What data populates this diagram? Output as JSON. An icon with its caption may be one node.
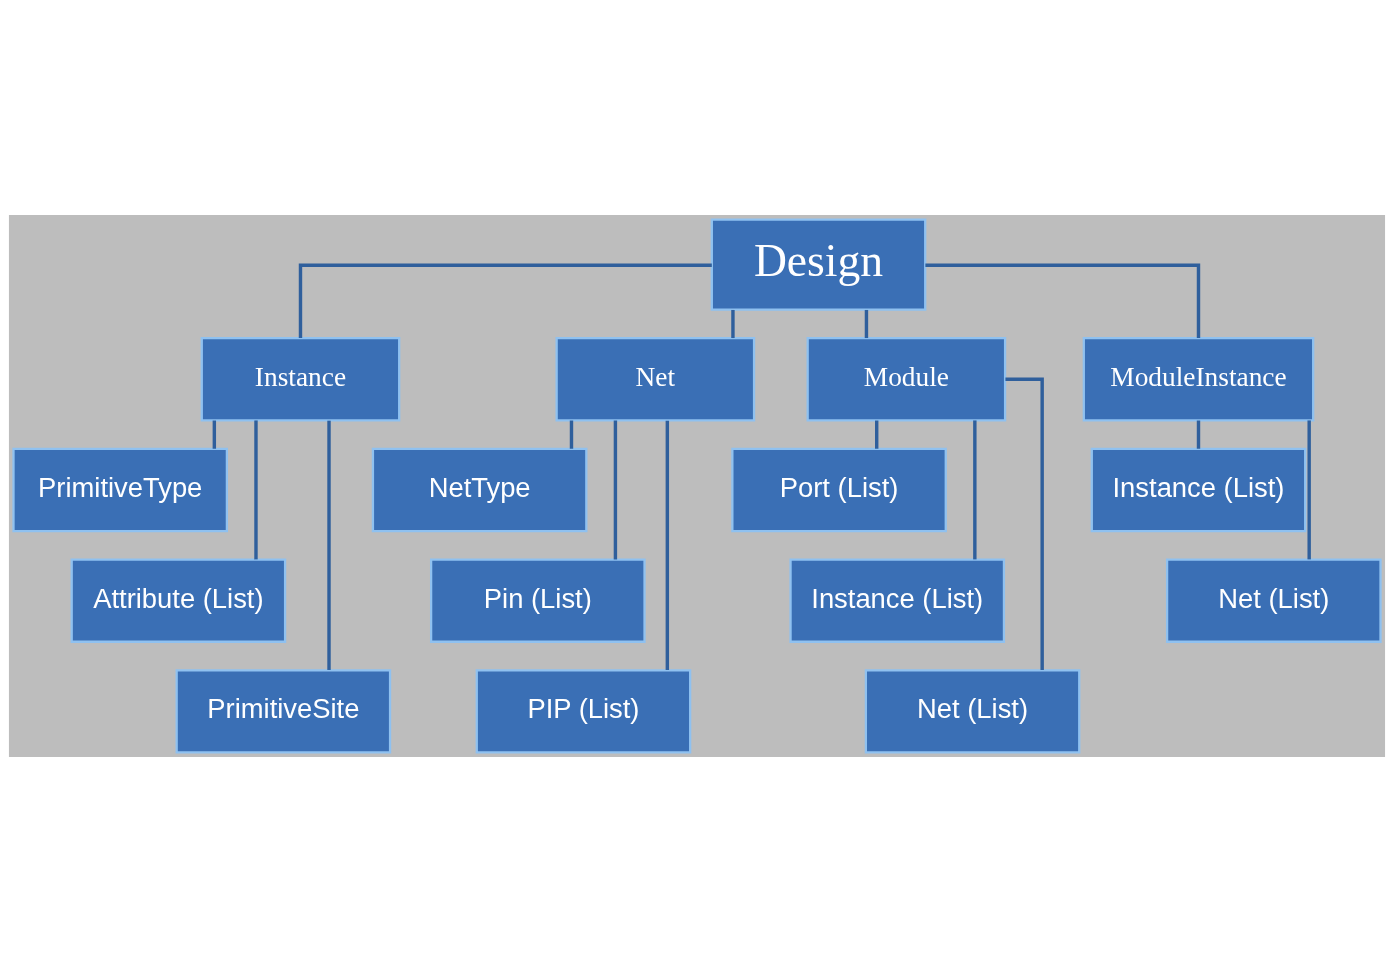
{
  "diagram": {
    "nodes": [
      {
        "text": [
          "Design"
        ]
      },
      {
        "text": [
          "Instance"
        ]
      },
      {
        "text": [
          "Net"
        ]
      },
      {
        "text": [
          "Module"
        ]
      },
      {
        "text": [
          "ModuleInstance"
        ]
      },
      {
        "text": [
          "PrimitiveType"
        ]
      },
      {
        "text": [
          "Attribute (List)"
        ]
      },
      {
        "text": [
          "PrimitiveSite"
        ]
      },
      {
        "text": [
          "NetType"
        ]
      },
      {
        "text": [
          "Pin (List)"
        ]
      },
      {
        "text": [
          "PIP (List)"
        ]
      },
      {
        "text": [
          "Port (List)"
        ]
      },
      {
        "text": [
          "Instance (List)"
        ]
      },
      {
        "text": [
          "Net (List)"
        ]
      },
      {
        "text": [
          "Instance (List)"
        ]
      },
      {
        "text": [
          "Net (List)"
        ]
      }
    ],
    "edges": [
      {
        "from": 0,
        "to": 1,
        "arrow": "none"
      },
      {
        "from": 0,
        "to": 2,
        "arrow": "none"
      },
      {
        "from": 0,
        "to": 3,
        "arrow": "none"
      },
      {
        "from": 0,
        "to": 4,
        "arrow": "none"
      },
      {
        "from": 1,
        "to": 5,
        "arrow": "none"
      },
      {
        "from": 1,
        "to": 6,
        "arrow": "none"
      },
      {
        "from": 1,
        "to": 7,
        "arrow": "none"
      },
      {
        "from": 2,
        "to": 8,
        "arrow": "none"
      },
      {
        "from": 2,
        "to": 9,
        "arrow": "none"
      },
      {
        "from": 2,
        "to": 10,
        "arrow": "none"
      },
      {
        "from": 3,
        "to": 11,
        "arrow": "none"
      },
      {
        "from": 3,
        "to": 12,
        "arrow": "none"
      },
      {
        "from": 3,
        "to": 13,
        "arrow": "none"
      },
      {
        "from": 4,
        "to": 14,
        "arrow": "none"
      },
      {
        "from": 4,
        "to": 15,
        "arrow": "none"
      }
    ]
  }
}
